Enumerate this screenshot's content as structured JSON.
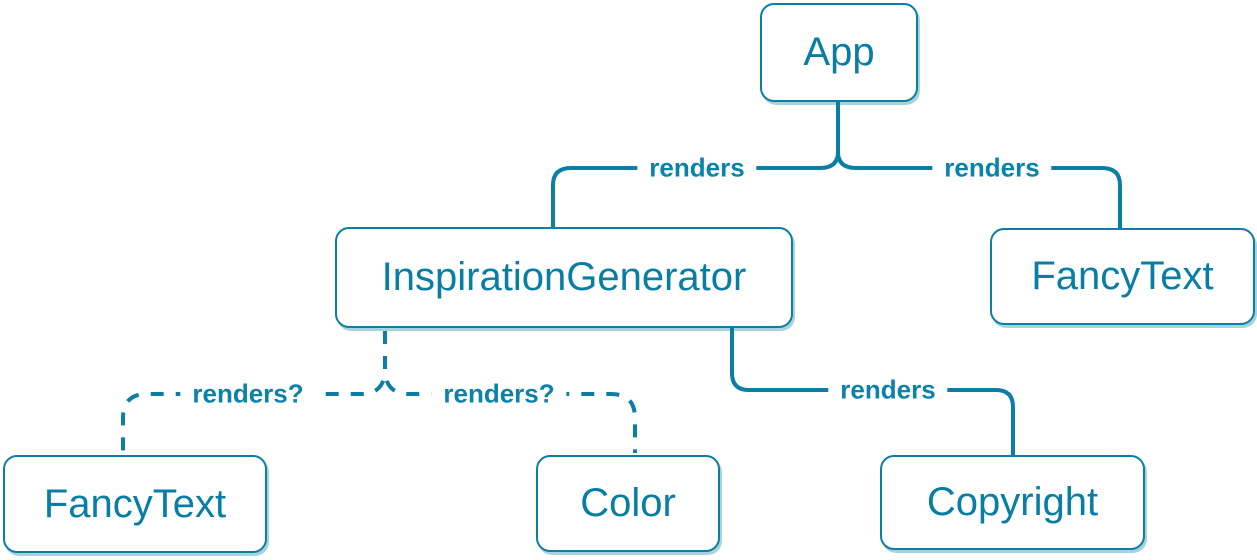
{
  "diagram": {
    "accent_color": "#087ea4",
    "background_color": "#ffffff",
    "nodes": [
      {
        "id": "app",
        "label": "App"
      },
      {
        "id": "inspiration-generator",
        "label": "InspirationGenerator"
      },
      {
        "id": "fancy-text-top",
        "label": "FancyText"
      },
      {
        "id": "fancy-text-bottom",
        "label": "FancyText"
      },
      {
        "id": "color",
        "label": "Color"
      },
      {
        "id": "copyright",
        "label": "Copyright"
      }
    ],
    "edges": [
      {
        "from": "app",
        "to": "inspiration-generator",
        "label": "renders",
        "style": "solid"
      },
      {
        "from": "app",
        "to": "fancy-text-top",
        "label": "renders",
        "style": "solid"
      },
      {
        "from": "inspiration-generator",
        "to": "copyright",
        "label": "renders",
        "style": "solid"
      },
      {
        "from": "inspiration-generator",
        "to": "fancy-text-bottom",
        "label": "renders?",
        "style": "dashed"
      },
      {
        "from": "inspiration-generator",
        "to": "color",
        "label": "renders?",
        "style": "dashed"
      }
    ]
  }
}
